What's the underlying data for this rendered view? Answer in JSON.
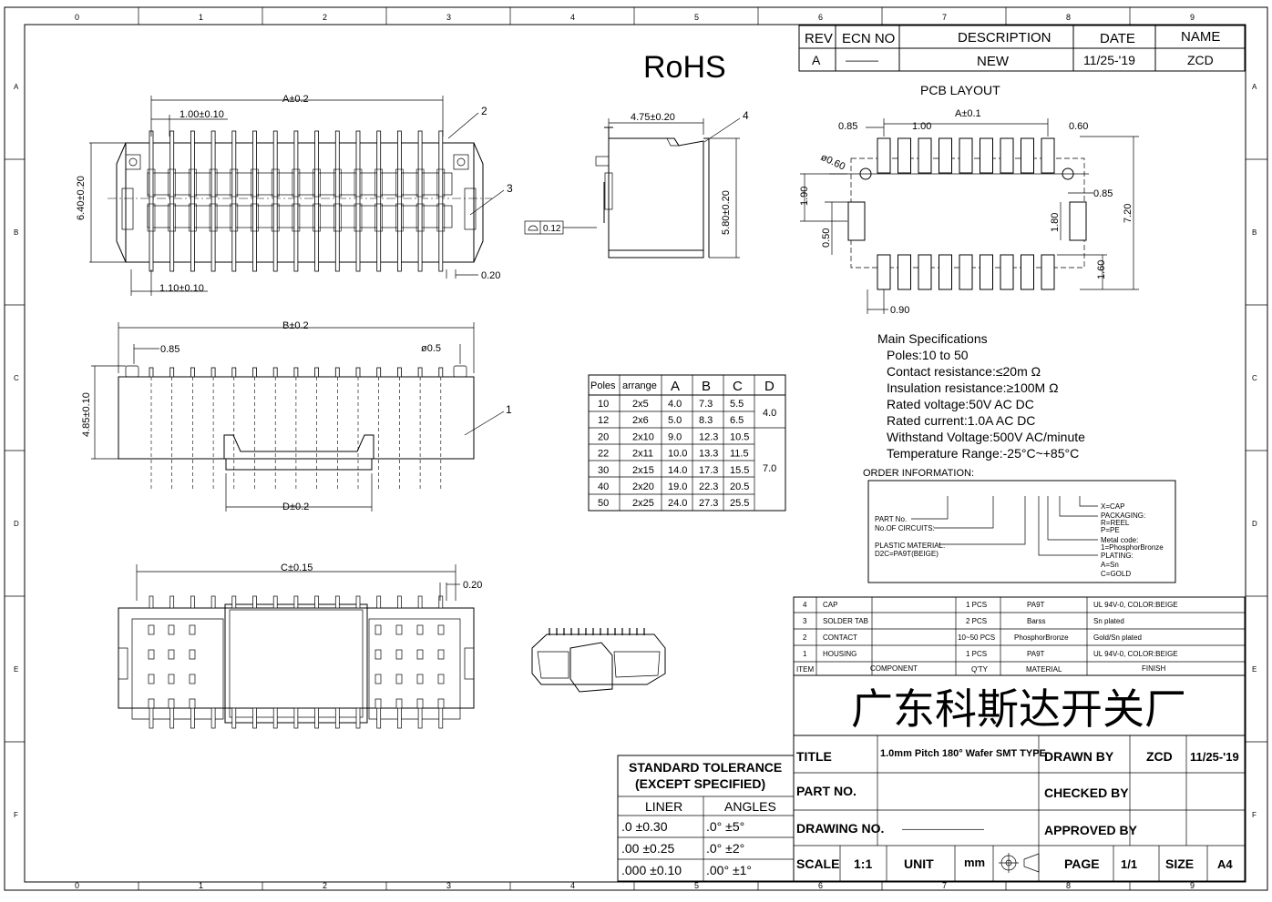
{
  "rohs": "RoHS",
  "grid": {
    "cols": [
      "0",
      "1",
      "2",
      "3",
      "4",
      "5",
      "6",
      "7",
      "8",
      "9"
    ],
    "rows": [
      "A",
      "B",
      "C",
      "D",
      "E",
      "F"
    ]
  },
  "revision": {
    "headers": [
      "REV",
      "ECN NO",
      "DESCRIPTION",
      "DATE",
      "NAME"
    ],
    "row": [
      "A",
      "———",
      "NEW",
      "11/25-'19",
      "ZCD"
    ]
  },
  "pcb_layout": {
    "title": "PCB LAYOUT",
    "dims": [
      "0.85",
      "1.00",
      "A±0.1",
      "0.60",
      "ø0.60",
      "1.90",
      "0.85",
      "7.20",
      "0.50",
      "1.80",
      "1.60",
      "0.90"
    ]
  },
  "top_view": {
    "dims": [
      "A±0.2",
      "1.00±0.10",
      "6.40±0.20",
      "1.10±0.10",
      "0.20"
    ],
    "callouts": [
      "2",
      "3"
    ]
  },
  "side_view": {
    "dims": [
      "4.75±0.20",
      "5.80±0.20",
      "0.12"
    ],
    "callouts": [
      "4"
    ]
  },
  "front_view": {
    "dims": [
      "B±0.2",
      "0.85",
      "ø0.5",
      "4.85±0.10",
      "D±0.2"
    ],
    "callouts": [
      "1"
    ]
  },
  "bottom_view": {
    "dims": [
      "C±0.15",
      "0.20"
    ]
  },
  "poles_table": {
    "headers": [
      "Poles",
      "arrange",
      "A",
      "B",
      "C",
      "D"
    ],
    "rows": [
      [
        "10",
        "2x5",
        "4.0",
        "7.3",
        "5.5"
      ],
      [
        "12",
        "2x6",
        "5.0",
        "8.3",
        "6.5"
      ],
      [
        "20",
        "2x10",
        "9.0",
        "12.3",
        "10.5"
      ],
      [
        "22",
        "2x11",
        "10.0",
        "13.3",
        "11.5"
      ],
      [
        "30",
        "2x15",
        "14.0",
        "17.3",
        "15.5"
      ],
      [
        "40",
        "2x20",
        "19.0",
        "22.3",
        "20.5"
      ],
      [
        "50",
        "2x25",
        "24.0",
        "27.3",
        "25.5"
      ]
    ],
    "d_values": [
      "4.0",
      "7.0"
    ]
  },
  "specs": {
    "title": "Main Specifications",
    "lines": [
      "Poles:10 to 50",
      "Contact resistance:≤20m Ω",
      "Insulation resistance:≥100M Ω",
      "Rated voltage:50V AC DC",
      "Rated current:1.0A AC DC",
      "Withstand Voltage:500V AC/minute",
      "Temperature Range:-25°C~+85°C"
    ]
  },
  "order": {
    "title": "ORDER INFORMATION:",
    "left": [
      "PART No.",
      "No.OF CIRCUITS:",
      "PLASTIC MATERIAL:",
      "D2C=PA9T(BEIGE)"
    ],
    "right": [
      "X=CAP",
      "PACKAGING:",
      "R=REEL",
      "P=PE",
      "Metal code:",
      "1=PhosphorBronze",
      "PLATING:",
      "A=Sn",
      "C=GOLD"
    ]
  },
  "bom": {
    "rows": [
      [
        "4",
        "CAP",
        "1 PCS",
        "PA9T",
        "UL 94V-0, COLOR:BEIGE"
      ],
      [
        "3",
        "SOLDER TAB",
        "2 PCS",
        "Barss",
        "Sn plated"
      ],
      [
        "2",
        "CONTACT",
        "10~50 PCS",
        "PhosphorBronze",
        "Gold/Sn plated"
      ],
      [
        "1",
        "HOUSING",
        "1 PCS",
        "PA9T",
        "UL 94V-0, COLOR:BEIGE"
      ]
    ],
    "headers": [
      "ITEM",
      "COMPONENT",
      "Q'TY",
      "MATERIAL",
      "FINISH"
    ]
  },
  "company": "广东科斯达开关厂",
  "title_block": {
    "title_label": "TITLE",
    "title_value": "1.0mm Pitch 180° Wafer SMT TYPE",
    "drawn_by_label": "DRAWN BY",
    "drawn_by": "ZCD",
    "drawn_date": "11/25-'19",
    "part_no_label": "PART NO.",
    "checked_by_label": "CHECKED BY",
    "drawing_no_label": "DRAWING NO.",
    "drawing_no_value": "—————————",
    "approved_by_label": "APPROVED BY",
    "scale_label": "SCALE",
    "scale": "1:1",
    "unit_label": "UNIT",
    "unit": "mm",
    "page_label": "PAGE",
    "page": "1/1",
    "size_label": "SIZE",
    "size": "A4"
  },
  "tolerance": {
    "title1": "STANDARD TOLERANCE",
    "title2": "(EXCEPT  SPECIFIED)",
    "col1": "LINER",
    "col2": "ANGLES",
    "rows": [
      [
        ".0   ±0.30",
        ".0°   ±5°"
      ],
      [
        ".00  ±0.25",
        ".0°  ±2°"
      ],
      [
        ".000 ±0.10",
        ".00°  ±1°"
      ]
    ]
  }
}
